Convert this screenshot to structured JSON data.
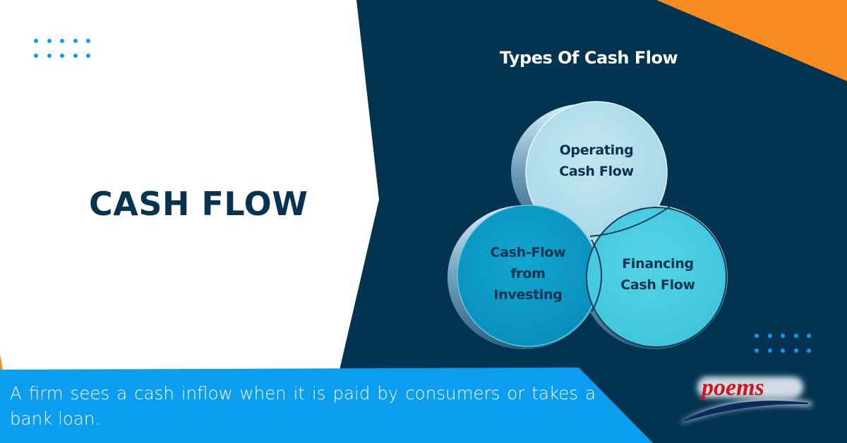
{
  "header": {
    "main_title": "CASH FLOW",
    "section_title": "Types Of Cash Flow"
  },
  "diagram": {
    "circles": [
      {
        "id": "operating",
        "line1": "Operating",
        "line2": "Cash Flow",
        "color": "#b2dfec"
      },
      {
        "id": "investing",
        "line1": "Cash-Flow",
        "line2": "from",
        "line3": "Investing",
        "color": "#0b9dc6"
      },
      {
        "id": "financing",
        "line1": "Financing",
        "line2": "Cash Flow",
        "color": "#48cde2"
      }
    ]
  },
  "caption": {
    "text": "A firm sees a cash inflow when it is paid by consumers or takes a bank loan."
  },
  "logo": {
    "text": "poems"
  },
  "colors": {
    "navy": "#023452",
    "orange": "#f68c1f",
    "blue_band": "#0b9def",
    "dots": "#0b9bf0",
    "title_text": "#06334f"
  }
}
